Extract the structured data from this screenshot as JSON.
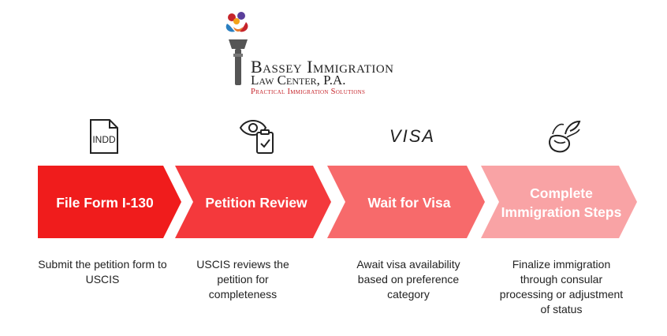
{
  "logo": {
    "line1": "Bassey Immigration",
    "line2": "Law Center, P.A.",
    "line3": "Practical Immigration Solutions"
  },
  "icons": [
    {
      "name": "indd-file-icon",
      "text": "INDD"
    },
    {
      "name": "eye-clipboard-icon"
    },
    {
      "name": "visa-icon",
      "text": "VISA"
    },
    {
      "name": "winged-shoe-icon"
    }
  ],
  "steps": [
    {
      "label": "File Form I-130",
      "description": "Submit the petition form to USCIS",
      "color": "#f01c1c"
    },
    {
      "label": "Petition Review",
      "description": "USCIS reviews the petition for completeness",
      "color": "#f4393c"
    },
    {
      "label": "Wait for Visa",
      "description": "Await visa availability based on preference category",
      "color": "#f76a6b"
    },
    {
      "label": "Complete Immigration Steps",
      "description": "Finalize immigration through consular processing or adjustment of status",
      "color": "#f9a3a5"
    }
  ]
}
